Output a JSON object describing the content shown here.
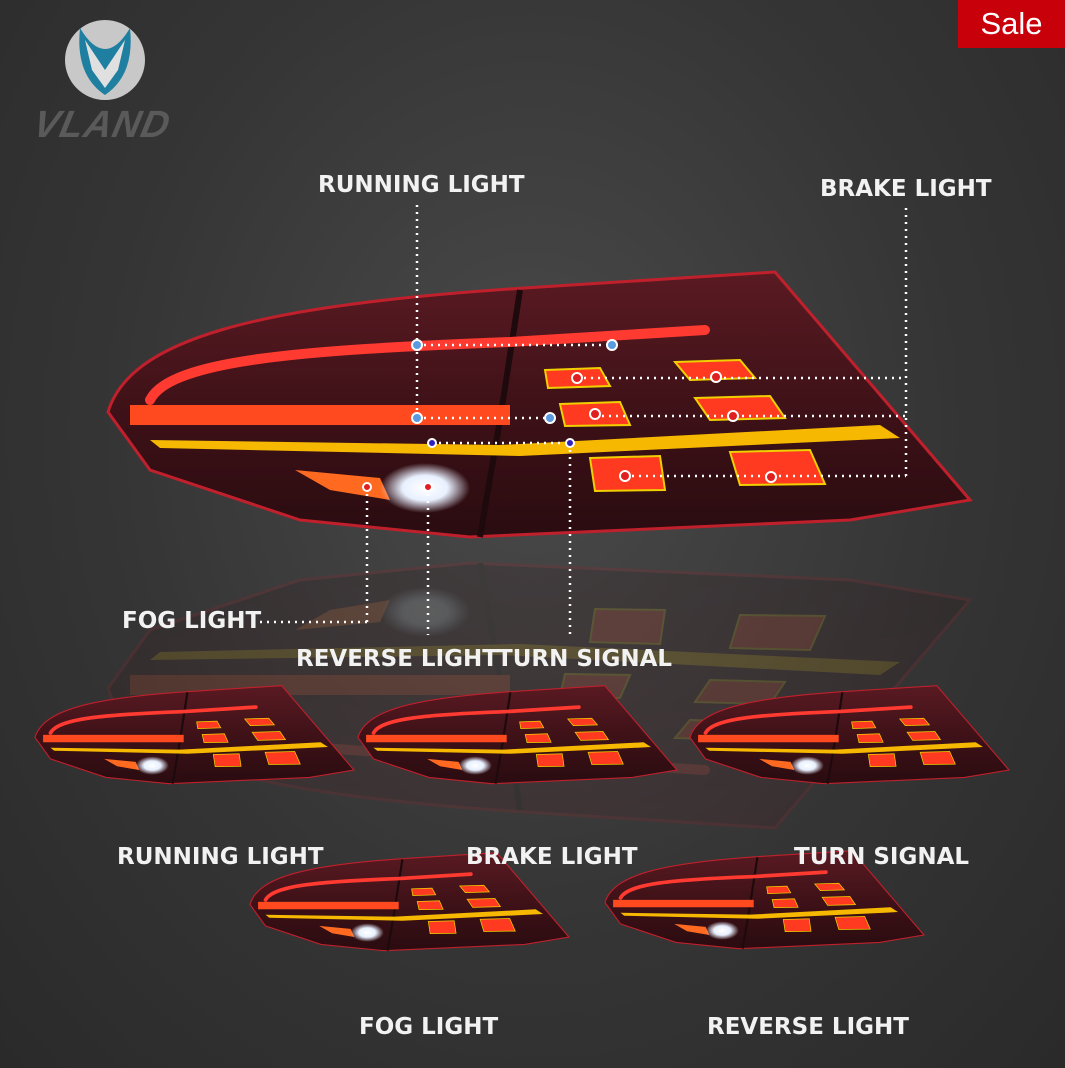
{
  "badge": {
    "label": "Sale",
    "color": "#c8000a"
  },
  "logo": {
    "text": "VLAND"
  },
  "callouts": {
    "running_light": "RUNNING LIGHT",
    "brake_light": "BRAKE LIGHT",
    "fog_light": "FOG LIGHT",
    "reverse_light": "REVERSE LIGHT",
    "turn_signal": "TURN SIGNAL"
  },
  "variants": [
    {
      "label": "RUNNING LIGHT"
    },
    {
      "label": "BRAKE LIGHT"
    },
    {
      "label": "TURN SIGNAL"
    },
    {
      "label": "FOG LIGHT"
    },
    {
      "label": "REVERSE LIGHT"
    }
  ]
}
